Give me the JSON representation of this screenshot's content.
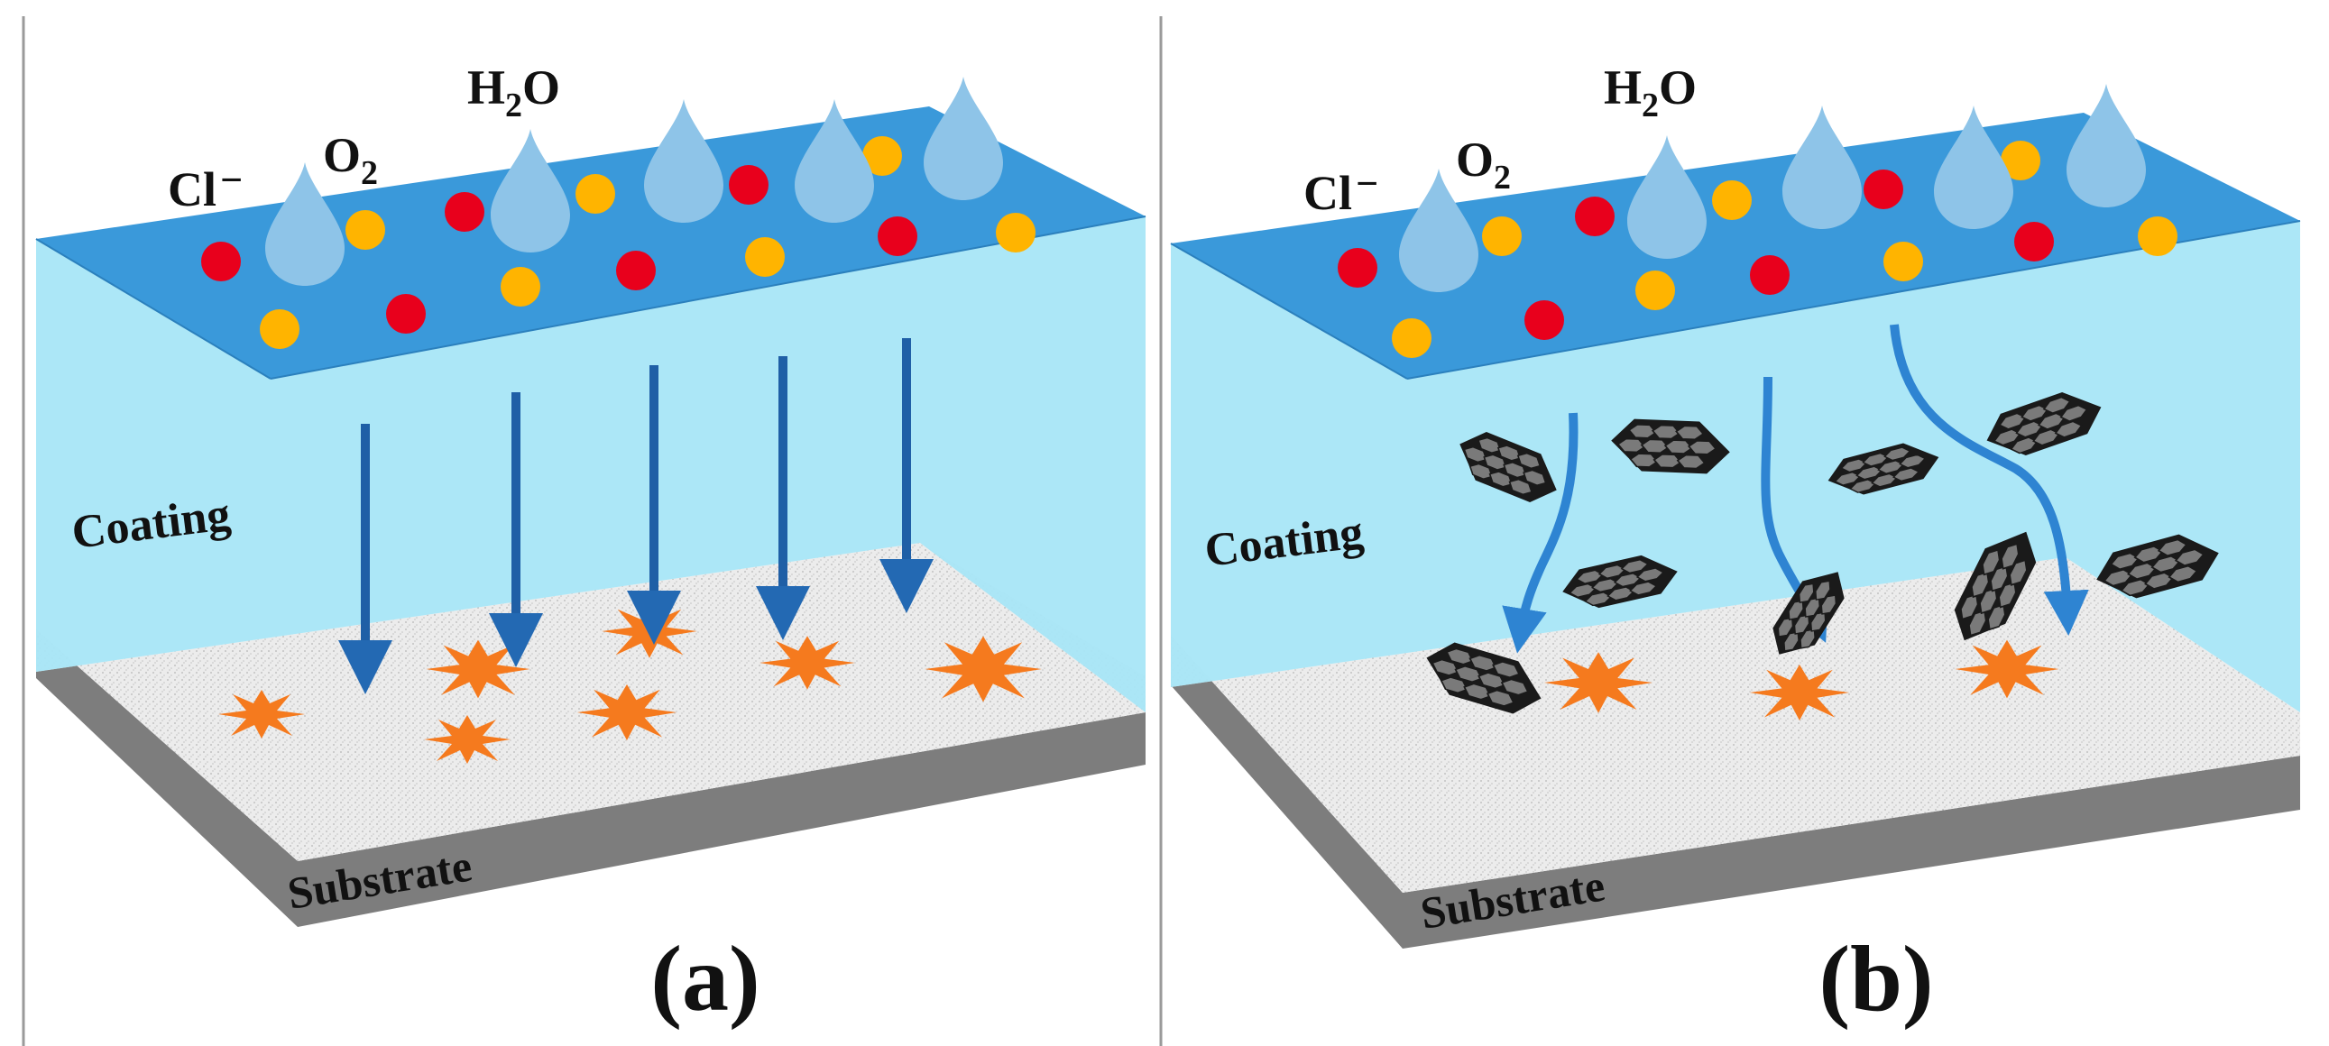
{
  "colors": {
    "coating_top": "#3a99da",
    "coating_front": "#a8e6f7",
    "substrate_top": "#e9e9e9",
    "substrate_front": "#7d7d7d",
    "substrate_side": "#9a9a9a",
    "chloride_ion": "#e8001c",
    "oxygen": "#ffb400",
    "water_drop": "#8ec4e8",
    "corrosion": "#f57a1e",
    "straight_arrow": "#1f5fa6",
    "tortuous_arrow": "#2e84d2",
    "graphene_dark": "#1a1a1a",
    "graphene_light": "#7a7a7a"
  },
  "panels": [
    {
      "id": "a",
      "label": "(a)",
      "species": {
        "chloride": "Cl",
        "chloride_charge": "−",
        "oxygen": "O",
        "oxygen_sub": "2",
        "water_h": "H",
        "water_sub": "2",
        "water_o": "O"
      },
      "layers": {
        "coating": "Coating",
        "substrate": "Substrate"
      },
      "diffusion_path": "straight",
      "filler": "none"
    },
    {
      "id": "b",
      "label": "(b)",
      "species": {
        "chloride": "Cl",
        "chloride_charge": "−",
        "oxygen": "O",
        "oxygen_sub": "2",
        "water_h": "H",
        "water_sub": "2",
        "water_o": "O"
      },
      "layers": {
        "coating": "Coating",
        "substrate": "Substrate"
      },
      "diffusion_path": "tortuous",
      "filler": "graphene nanosheets"
    }
  ]
}
